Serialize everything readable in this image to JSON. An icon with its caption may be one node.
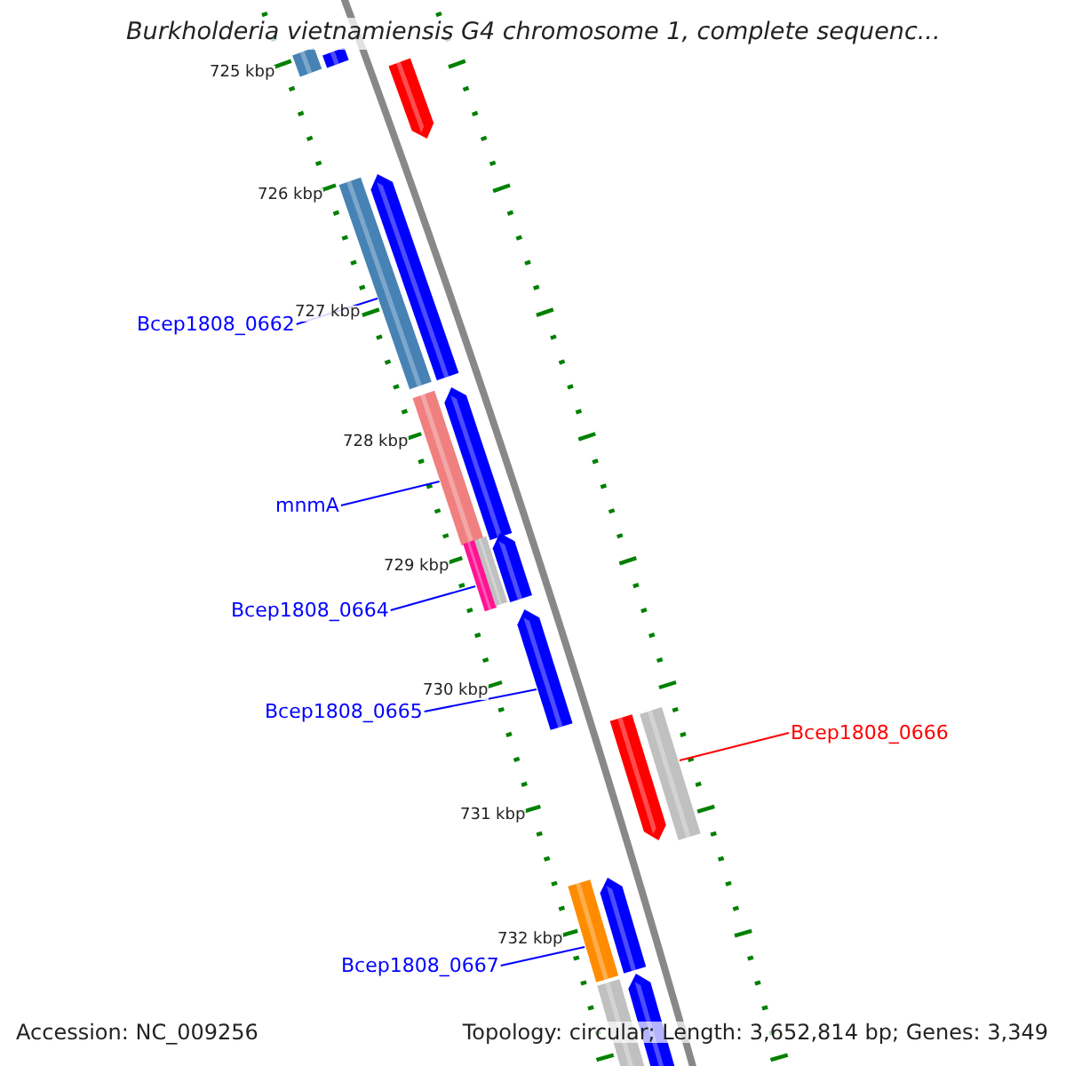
{
  "diagram": {
    "title": "Burkholderia vietnamiensis G4 chromosome 1, complete sequenc...",
    "nodes": [
      {
        "text": [
          "Bcep1808_0662"
        ]
      },
      {
        "text": [],
        "shape": "bar"
      },
      {
        "text": [
          "mnmA"
        ]
      },
      {
        "text": [],
        "shape": "bar"
      },
      {
        "text": [
          "Bcep1808_0664"
        ]
      },
      {
        "text": [],
        "shape": "bar"
      },
      {
        "text": [
          "Bcep1808_0665"
        ]
      },
      {
        "text": [],
        "shape": "bar"
      },
      {
        "text": [
          "Bcep1808_0666"
        ]
      },
      {
        "text": [],
        "shape": "bar"
      },
      {
        "text": [
          "Bcep1808_0667"
        ]
      },
      {
        "text": [],
        "shape": "bar"
      },
      {
        "text": [],
        "shape": "bar"
      },
      {
        "text": [],
        "shape": "bar"
      },
      {
        "text": [],
        "shape": "bar"
      },
      {
        "text": [],
        "shape": "bar"
      },
      {
        "text": [],
        "shape": "bar"
      },
      {
        "text": [],
        "shape": "bar"
      },
      {
        "text": [],
        "shape": "bar"
      },
      {
        "text": [],
        "shape": "bar"
      },
      {
        "text": [],
        "shape": "bar"
      },
      {
        "text": [],
        "shape": "bar"
      },
      {
        "text": [],
        "shape": "bar"
      }
    ],
    "edges": [
      {
        "from": 0,
        "to": 1,
        "arrow": "none"
      },
      {
        "from": 2,
        "to": 3,
        "arrow": "none"
      },
      {
        "from": 4,
        "to": 5,
        "arrow": "none"
      },
      {
        "from": 6,
        "to": 7,
        "arrow": "none"
      },
      {
        "from": 8,
        "to": 9,
        "arrow": "none",
        "color": "#ff0000"
      },
      {
        "from": 10,
        "to": 11,
        "arrow": "none"
      }
    ],
    "labels": [
      "725 kbp",
      "726 kbp",
      "727 kbp",
      "728 kbp",
      "729 kbp",
      "730 kbp",
      "731 kbp",
      "732 kbp",
      "Accession: NC_009256",
      "Topology: circular; Length: 3,652,814 bp; Genes: 3,349"
    ]
  }
}
